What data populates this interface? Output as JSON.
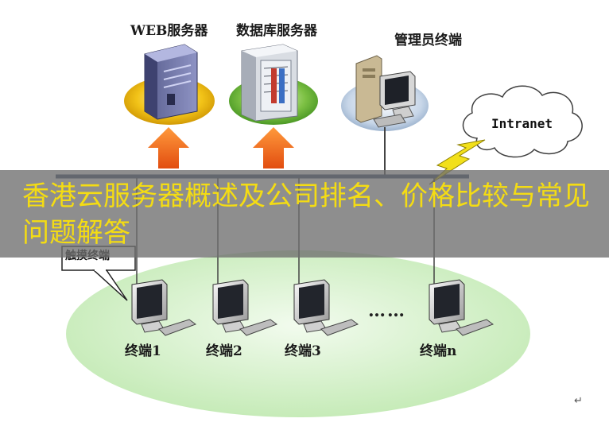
{
  "servers": {
    "web": "WEB服务器",
    "database": "数据库服务器",
    "admin": "管理员终端"
  },
  "network": {
    "cloud": "Intranet"
  },
  "terminals": [
    {
      "label": "终端1"
    },
    {
      "label": "终端2"
    },
    {
      "label": "终端3"
    },
    {
      "label": "终端n"
    }
  ],
  "ellipsis": "……",
  "callout": "触摸终端",
  "banner": {
    "title": "香港云服务器概述及公司排名、价格比较与常见问题解答"
  },
  "paragraph_mark": "↵",
  "colors": {
    "banner_text": "#f4dc13",
    "platform_yellow": "#f2c318",
    "platform_green": "#7cc043",
    "arrow_orange": "#f26b1d",
    "lan_ellipse": "#cdeec1",
    "bolt": "#f2e01a"
  },
  "icons": [
    "server-icon",
    "database-server-icon",
    "admin-computer-icon",
    "cloud-icon",
    "lightning-icon",
    "monitor-icon"
  ]
}
